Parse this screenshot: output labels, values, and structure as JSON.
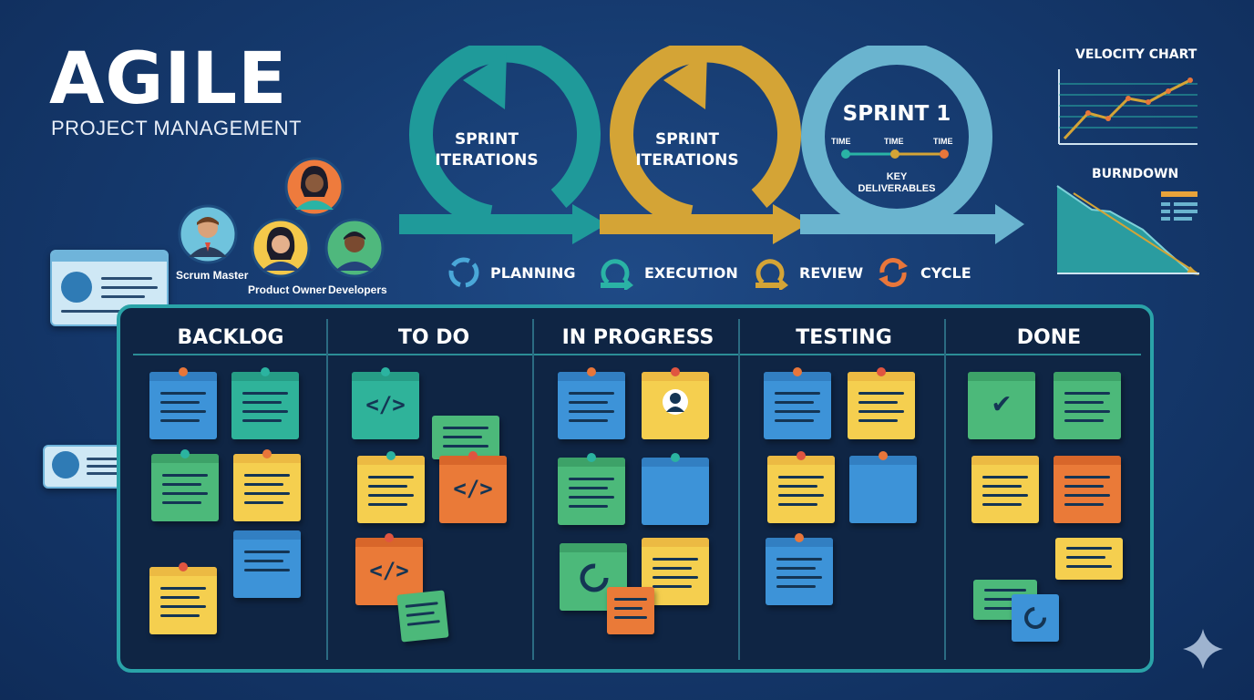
{
  "header": {
    "title": "AGILE",
    "subtitle": "PROJECT MANAGEMENT"
  },
  "roles": [
    {
      "label": "Scrum Master"
    },
    {
      "label": "Product Owner"
    },
    {
      "label": "Developers"
    }
  ],
  "cycles": [
    {
      "line1": "SPRINT",
      "line2": "ITERATIONS",
      "color": "#1f9a9a"
    },
    {
      "line1": "SPRINT",
      "line2": "ITERATIONS",
      "color": "#d4a436"
    },
    {
      "title": "SPRINT 1",
      "time_labels": [
        "TIME",
        "TIME",
        "TIME"
      ],
      "key_line1": "KEY",
      "key_line2": "DELIVERABLES",
      "color": "#6ab4cf"
    }
  ],
  "phases": [
    {
      "label": "PLANNING",
      "icon": "refresh-icon"
    },
    {
      "label": "EXECUTION",
      "icon": "cycle-arrow-icon"
    },
    {
      "label": "REVIEW",
      "icon": "review-cycle-icon"
    },
    {
      "label": "CYCLE",
      "icon": "cycle-icon"
    }
  ],
  "side_charts": {
    "velocity": {
      "title": "VELOCITY CHART"
    },
    "burndown": {
      "title": "BURNDOWN"
    }
  },
  "board": {
    "columns": [
      {
        "title": "BACKLOG"
      },
      {
        "title": "TO DO"
      },
      {
        "title": "IN PROGRESS"
      },
      {
        "title": "TESTING"
      },
      {
        "title": "DONE"
      }
    ],
    "code_glyph": "</>",
    "check_glyph": "✔"
  },
  "colors": {
    "background": "#163b70",
    "board_border": "#2aa3a8",
    "teal": "#1f9a9a",
    "gold": "#d4a436",
    "light_blue": "#6ab4cf"
  }
}
